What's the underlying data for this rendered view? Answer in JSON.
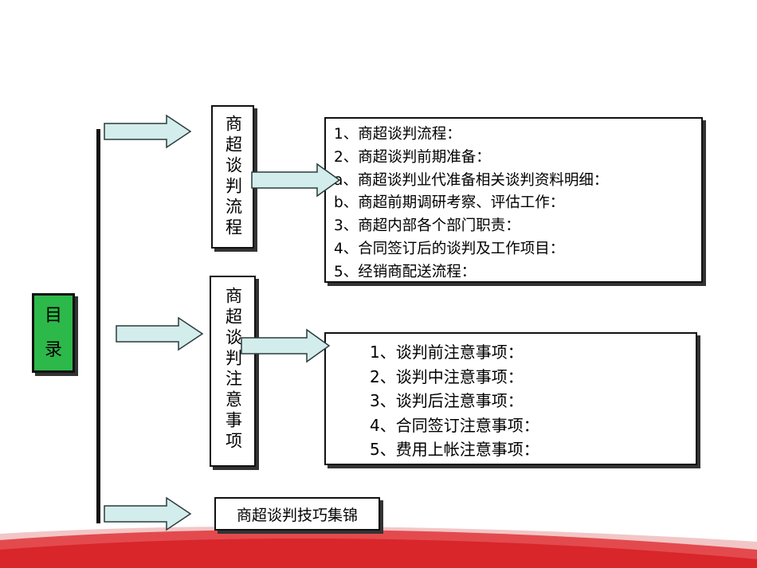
{
  "toc": {
    "label_top": "目",
    "label_bottom": "录"
  },
  "sections": [
    {
      "title": "商超谈判流程",
      "items": [
        "1、商超谈判流程：",
        "2、商超谈判前期准备：",
        "a、商超谈判业代准备相关谈判资料明细：",
        "b、商超前期调研考察、评估工作：",
        "3、商超内部各个部门职责：",
        "4、合同签订后的谈判及工作项目：",
        "5、经销商配送流程："
      ]
    },
    {
      "title": "商超谈判注意事项",
      "items": [
        "1、谈判前注意事项：",
        "2、谈判中注意事项：",
        "3、谈判后注意事项：",
        "4、合同签订注意事项：",
        "5、费用上帐注意事项："
      ]
    },
    {
      "title": "商超谈判技巧集锦"
    }
  ],
  "colors": {
    "toc_bg": "#2db84a",
    "arrow_fill": "#d3ecec",
    "footer_red": "#d8262b",
    "footer_pink": "#f2c6c6"
  }
}
